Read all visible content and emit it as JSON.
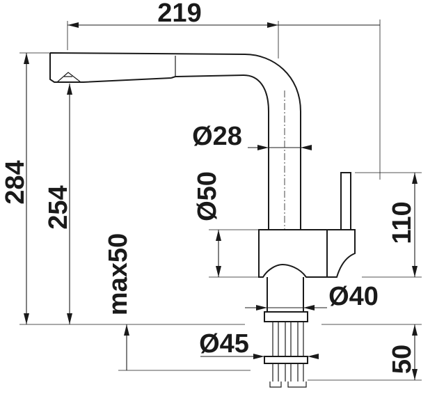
{
  "dimensions": {
    "width_total": "219",
    "height_total": "284",
    "spout_height": "254",
    "max_counter_thickness": "max50",
    "spout_diameter": "Ø28",
    "body_diameter": "Ø50",
    "lever_height": "110",
    "base_diameter": "Ø40",
    "hole_diameter": "Ø45",
    "connection_length": "50"
  },
  "colors": {
    "line": "#1a1a1a",
    "background": "#ffffff"
  }
}
